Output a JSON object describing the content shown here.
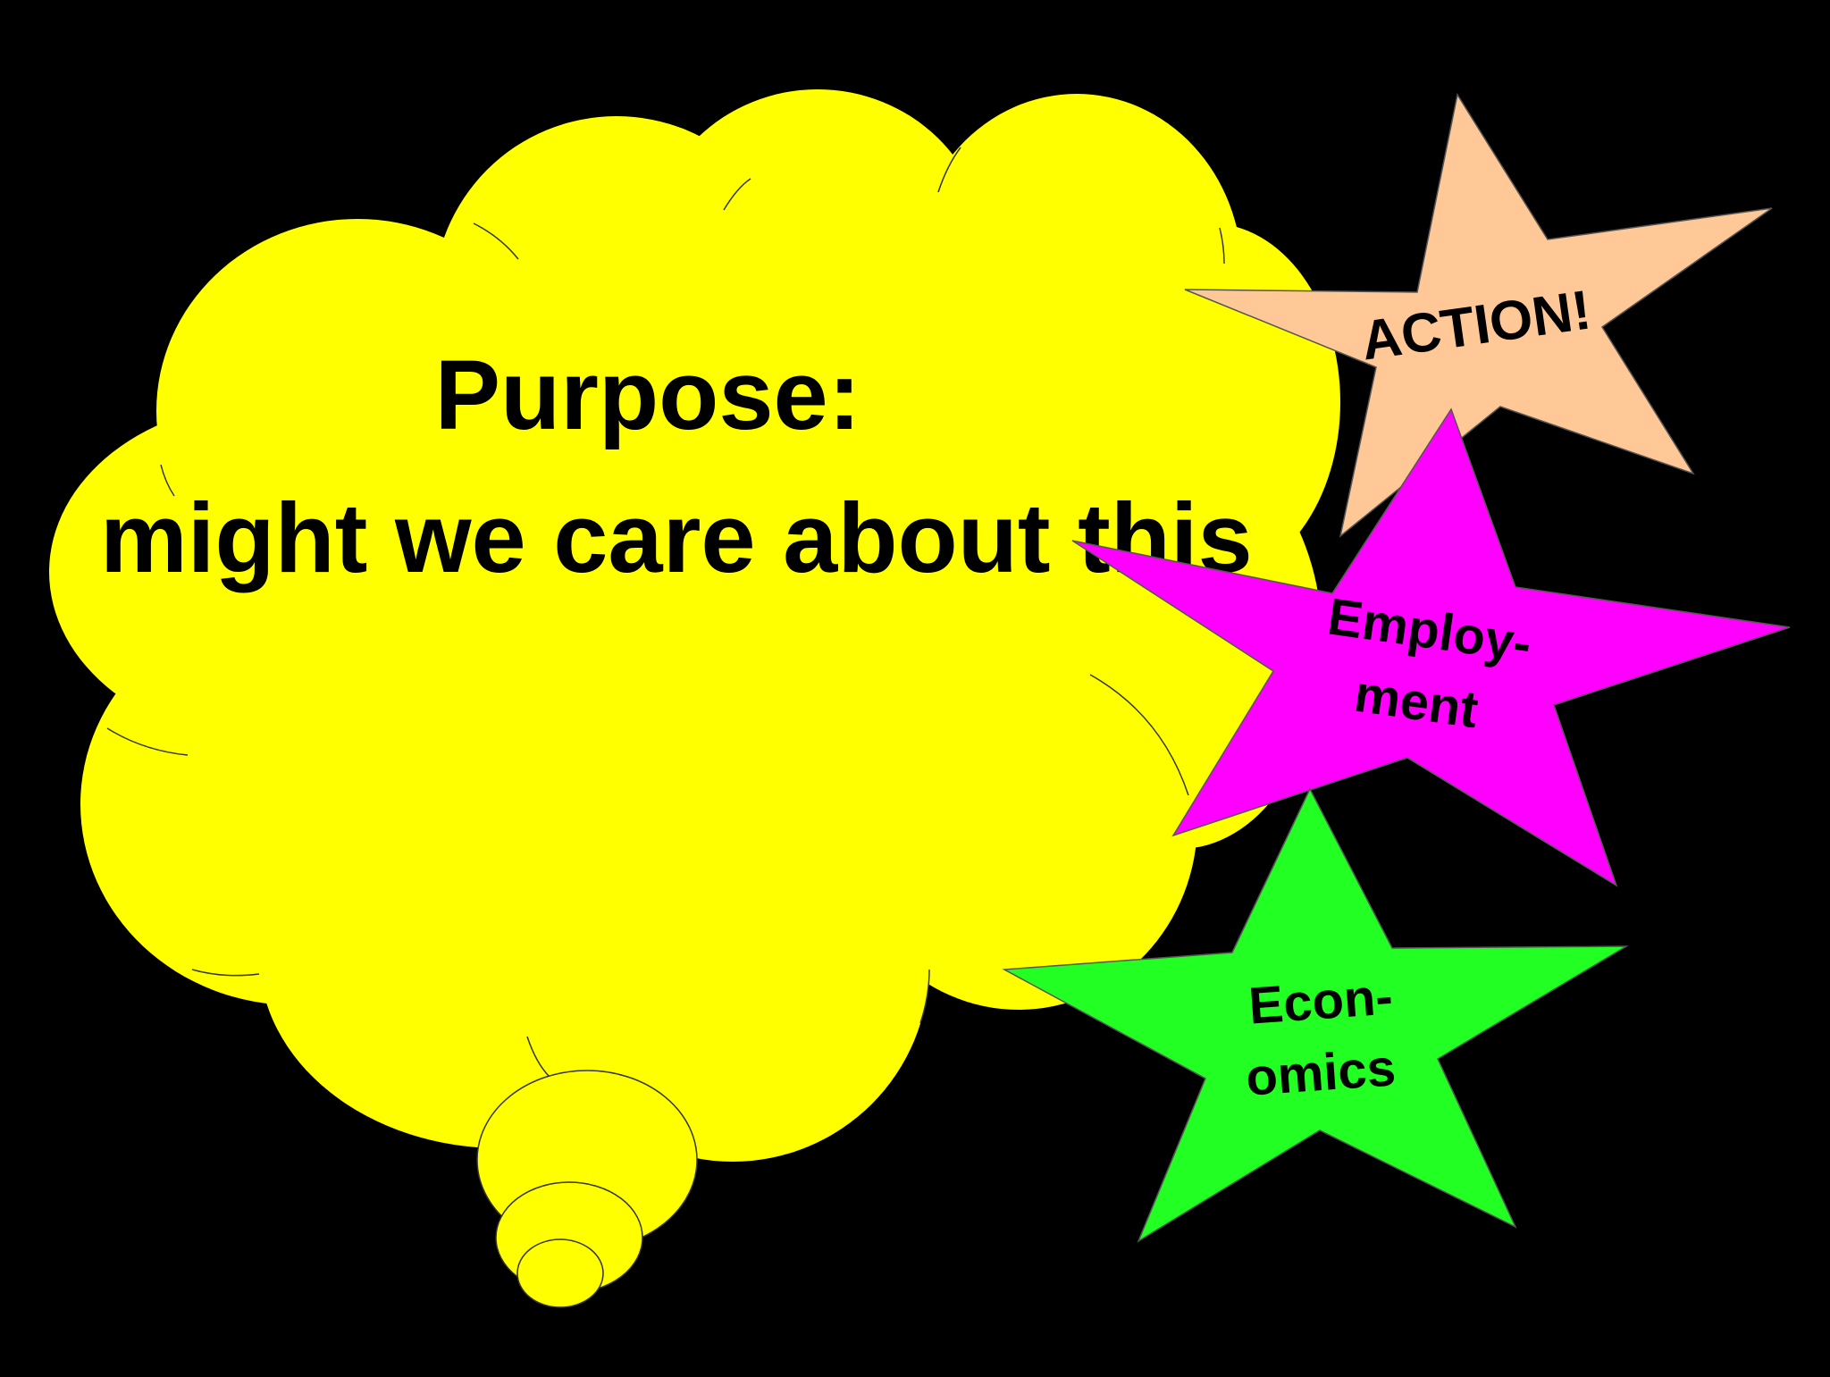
{
  "slide": {
    "background": "#000000",
    "cloud": {
      "fill": "#ffff00",
      "title_line1": "Purpose:",
      "title_line2": "might we care about this"
    },
    "stars": [
      {
        "label": "ACTION!",
        "fill": "#ffc896"
      },
      {
        "label_line1": "Employ-",
        "label_line2": "ment",
        "fill": "#ff00ff"
      },
      {
        "label_line1": "Econ-",
        "label_line2": "omics",
        "fill": "#22ff22"
      }
    ]
  }
}
